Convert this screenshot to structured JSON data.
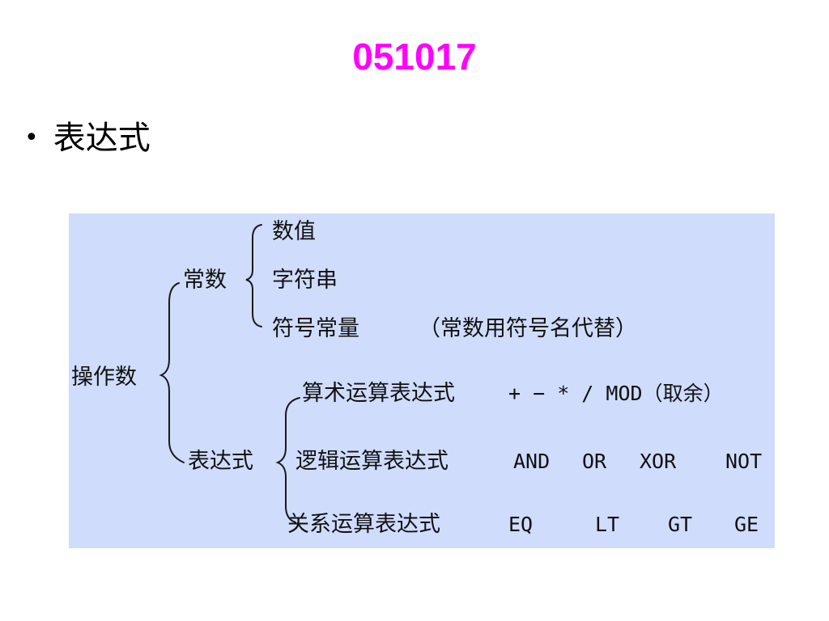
{
  "slide": {
    "title": "051017",
    "title_color": "#ff00ff",
    "bullet": "表达式"
  },
  "diagram": {
    "background": "#cfdcfc",
    "root": "操作数",
    "constants": {
      "label": "常数",
      "items": [
        "数值",
        "字符串",
        "符号常量"
      ],
      "note": "（常数用符号名代替）"
    },
    "expressions": {
      "label": "表达式",
      "arithmetic": {
        "label": "算术运算表达式",
        "ops": "+ − * / MOD（取余）"
      },
      "logical": {
        "label": "逻辑运算表达式",
        "ops": [
          "AND",
          "OR",
          "XOR",
          "NOT"
        ]
      },
      "relational": {
        "label": "关系运算表达式",
        "ops": [
          "EQ",
          "LT",
          "GT",
          "GE"
        ]
      }
    }
  }
}
